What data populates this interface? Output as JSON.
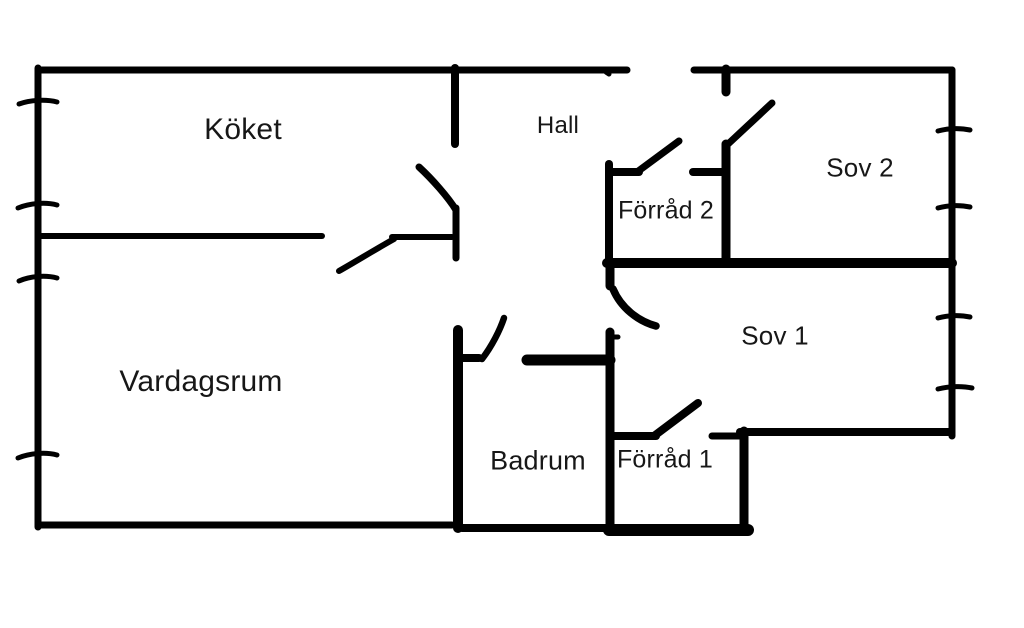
{
  "floorplan": {
    "colors": {
      "wall": "#000000",
      "background": "#ffffff",
      "text": "#171717"
    },
    "rooms": [
      {
        "id": "koket",
        "label": "Köket"
      },
      {
        "id": "hall",
        "label": "Hall"
      },
      {
        "id": "sov2",
        "label": "Sov 2"
      },
      {
        "id": "forrad2",
        "label": "Förråd 2"
      },
      {
        "id": "vardagsrum",
        "label": "Vardagsrum"
      },
      {
        "id": "sov1",
        "label": "Sov 1"
      },
      {
        "id": "badrum",
        "label": "Badrum"
      },
      {
        "id": "forrad1",
        "label": "Förråd 1"
      }
    ]
  }
}
